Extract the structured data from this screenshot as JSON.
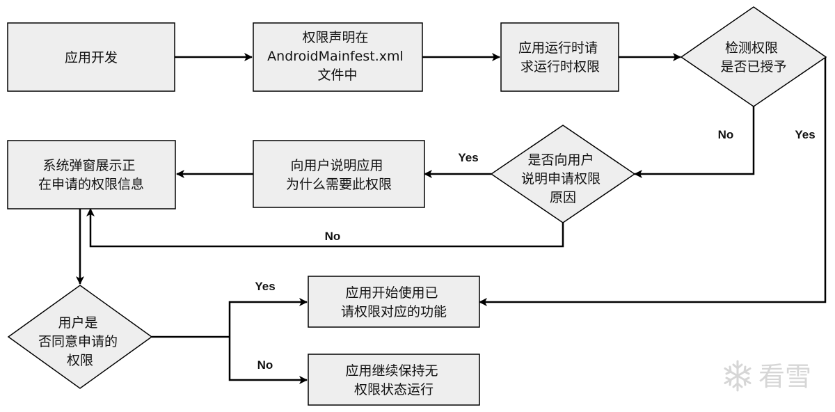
{
  "colors": {
    "node_fill": "#eeeeee",
    "stroke": "#000000",
    "watermark": "#d6d6d6"
  },
  "nodes": {
    "app_dev": [
      "应用开发"
    ],
    "declare": [
      "权限声明在",
      "AndroidMainfest.xml",
      "文件中"
    ],
    "request": [
      "应用运行时请",
      "求运行时权限"
    ],
    "check": [
      "检测权限",
      "是否已授予"
    ],
    "explain_q": [
      "是否向用户",
      "说明申请权限",
      "原因"
    ],
    "explain": [
      "向用户说明应用",
      "为什么需要此权限"
    ],
    "dialog": [
      "系统弹窗展示正",
      "在申请的权限信息"
    ],
    "user_q": [
      "用户是",
      "否同意申请的",
      "权限"
    ],
    "use": [
      "应用开始使用已",
      "请权限对应的功能"
    ],
    "keep": [
      "应用继续保持无",
      "权限状态运行"
    ]
  },
  "labels": {
    "check_no": "No",
    "check_yes": "Yes",
    "explain_yes": "Yes",
    "explain_no": "No",
    "user_yes": "Yes",
    "user_no": "No"
  },
  "watermark": {
    "icon": "snowflake-icon",
    "text": "看雪"
  }
}
